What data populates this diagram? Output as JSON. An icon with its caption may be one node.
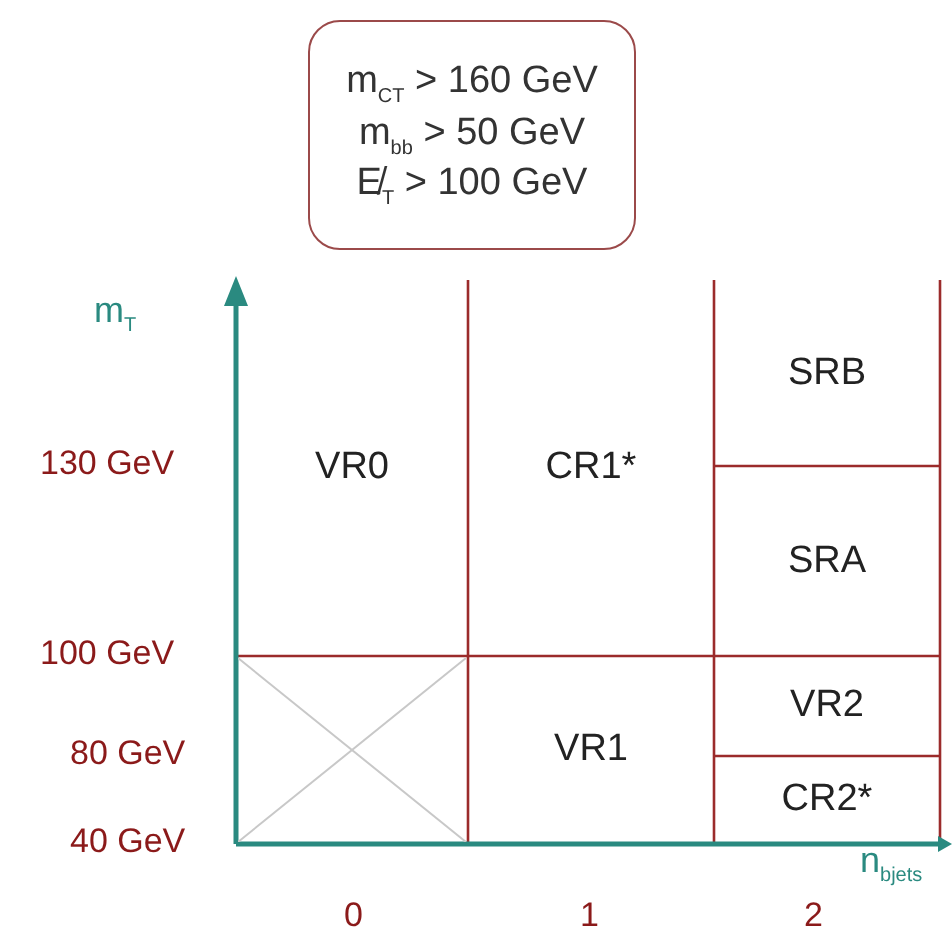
{
  "diagram": {
    "nodes": [
      {
        "text": [
          "m$_{CT}$ > 160 GeV",
          "m$_{bb}$ > 50 GeV",
          "E̸$_{T}$ > 100 GeV"
        ]
      },
      {
        "text": [
          "VR0"
        ]
      },
      {
        "text": [
          "CR1*"
        ]
      },
      {
        "text": [
          "SRB"
        ]
      },
      {
        "text": [
          "SRA"
        ]
      },
      {
        "text": [],
        "shape": "box"
      },
      {
        "text": [
          "VR1"
        ]
      },
      {
        "text": [
          "VR2"
        ]
      },
      {
        "text": [
          "CR2*"
        ]
      }
    ],
    "edges": [],
    "labels": [
      "m$_{T}$",
      "130 GeV",
      "100 GeV",
      "80 GeV",
      "40 GeV",
      "0",
      "1",
      "2",
      "n$_{bjets}$"
    ]
  }
}
